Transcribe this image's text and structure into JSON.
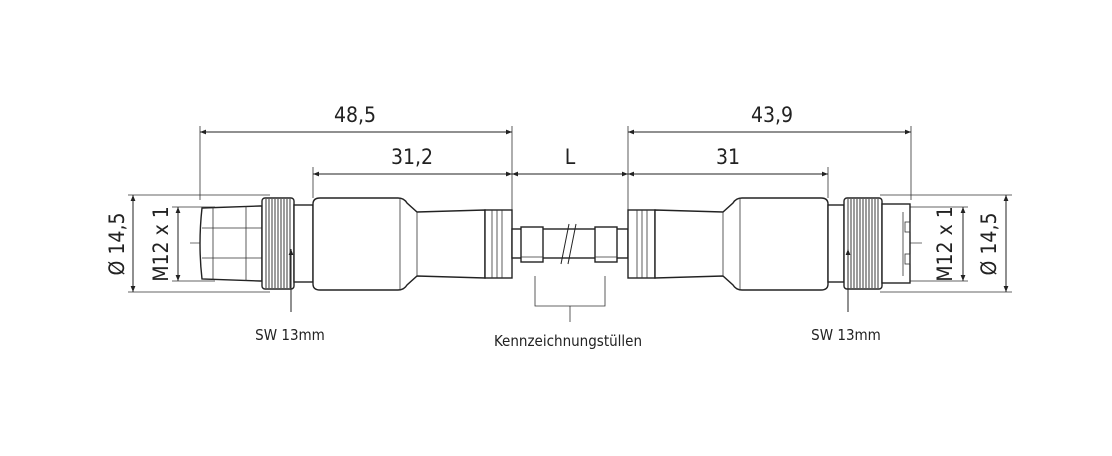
{
  "dimensions": {
    "left_total": "48,5",
    "left_body": "31,2",
    "cable_length": "L",
    "right_body": "31",
    "right_total": "43,9",
    "left_diameter": "Ø 14,5",
    "left_thread": "M12 x 1",
    "right_thread": "M12 x 1",
    "right_diameter": "Ø 14,5"
  },
  "notes": {
    "left_wrench": "SW 13mm",
    "right_wrench": "SW 13mm",
    "marker_sleeves": "Kennzeichnungstüllen"
  }
}
